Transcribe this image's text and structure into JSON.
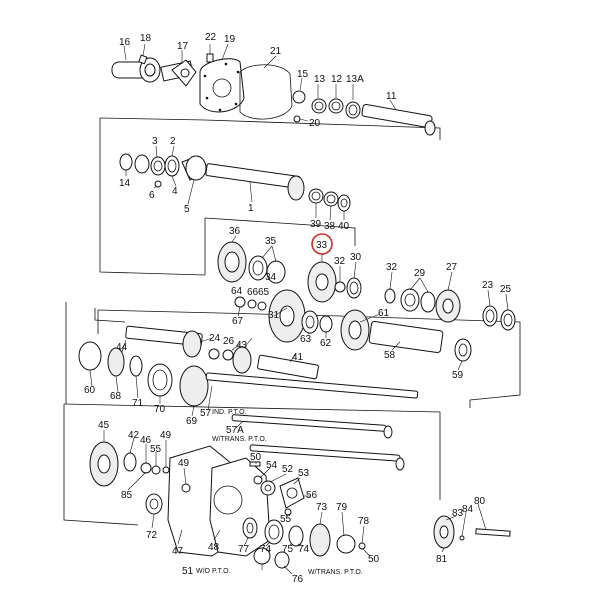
{
  "highlight": {
    "label": "33",
    "color": "#d42a2a"
  },
  "labels": {
    "p16": "16",
    "p18": "18",
    "p17": "17",
    "p22": "22",
    "p19": "19",
    "p21": "21",
    "p15": "15",
    "p13": "13",
    "p12": "12",
    "p13a": "13A",
    "p11": "11",
    "p20": "20",
    "p3": "3",
    "p2": "2",
    "p14": "14",
    "p6": "6",
    "p4": "4",
    "p5": "5",
    "p1": "1",
    "p39": "39",
    "p38": "38",
    "p40": "40",
    "p36": "36",
    "p35": "35",
    "p34": "34",
    "p33": "33",
    "p32a": "32",
    "p30": "30",
    "p32b": "32",
    "p29": "29",
    "p27": "27",
    "p23": "23",
    "p25": "25",
    "p64": "64",
    "p66": "66",
    "p65": "65",
    "p67": "67",
    "p31": "31",
    "p63": "63",
    "p62": "62",
    "p61": "61",
    "p58": "58",
    "p59": "59",
    "p24": "24",
    "p43": "43",
    "p26": "26",
    "p44": "44",
    "p41": "41",
    "p60": "60",
    "p68": "68",
    "p71": "71",
    "p70": "70",
    "p69": "69",
    "p57": "57",
    "p57a": "57A",
    "p45": "45",
    "p42": "42",
    "p46": "46",
    "p49": "49",
    "p55": "55",
    "p85": "85",
    "p72": "72",
    "p47": "47",
    "p50a": "50",
    "p54": "54",
    "p52": "52",
    "p53": "53",
    "p56": "56",
    "p48": "48",
    "p77": "77",
    "p74a": "74",
    "p75": "75",
    "p74b": "74",
    "p79": "79",
    "p78": "78",
    "p50b": "50",
    "p73": "73",
    "p51": "51",
    "p76": "76",
    "p83": "83",
    "p84": "84",
    "p80": "80",
    "p81": "81"
  },
  "captions": {
    "ind_pto": "IND. P.T.O.",
    "w_trans_pto_a": "W/TRANS. P.T.O.",
    "wo_pto": "W/O P.T.O.",
    "w_trans_pto_b": "W/TRANS. P.T.O."
  }
}
